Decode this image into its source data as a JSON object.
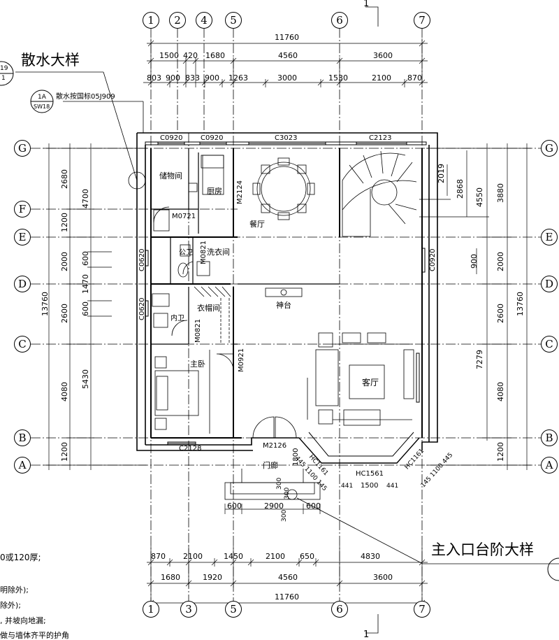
{
  "title_left": "散水大样",
  "title_right": "主入口台阶大样",
  "detail_ref_1": {
    "top": "19",
    "bottom": "1"
  },
  "detail_ref_2": {
    "top": "1A",
    "bottom": "SW18"
  },
  "detail_note": "散水按国标05J909",
  "section_mark": "1",
  "axis_top": [
    "1",
    "2",
    "4",
    "5",
    "6",
    "7"
  ],
  "axis_bottom": [
    "1",
    "3",
    "5",
    "6",
    "7"
  ],
  "axis_rows": [
    "G",
    "F",
    "E",
    "D",
    "C",
    "B",
    "A"
  ],
  "top_dims": {
    "total": "11760",
    "row2": [
      "1500",
      "420",
      "1680",
      "4560",
      "3600"
    ],
    "row3": [
      "803",
      "900",
      "833",
      "900",
      "1263",
      "3000",
      "1530",
      "2100",
      "870"
    ]
  },
  "bottom_dims": {
    "total": "11760",
    "row2": [
      "1680",
      "1920",
      "4560",
      "3600"
    ],
    "row3": [
      "870",
      "2100",
      "1450",
      "2100",
      "650",
      "4830"
    ],
    "steps": [
      "600",
      "2900",
      "600"
    ]
  },
  "left_dims": {
    "total": "13760",
    "col2": [
      "4700",
      "5430"
    ],
    "col3": [
      "2680",
      "1200",
      "2000",
      "2600",
      "4080",
      "1200"
    ],
    "col4": [
      "600",
      "1470",
      "600"
    ]
  },
  "right_dims": {
    "total": "13760",
    "col2": [
      "4550",
      "7279"
    ],
    "col3": [
      "3880",
      "2000",
      "2600",
      "4080",
      "1200"
    ],
    "col4": [
      "2868",
      "2019",
      "900"
    ]
  },
  "windows": [
    "C0920",
    "C0920",
    "C3023",
    "C2123",
    "C0620",
    "C0620",
    "C0920",
    "C2128",
    "HC1161",
    "HC1561",
    "HC1161"
  ],
  "doors": [
    "M0721",
    "M0821",
    "M0821",
    "M0921",
    "M2124",
    "M2126"
  ],
  "rooms": [
    "储物间",
    "厨房",
    "餐厅",
    "公卫",
    "洗衣间",
    "衣帽间",
    "内卫",
    "神台",
    "主卧",
    "客厅",
    "门廊"
  ],
  "bay_dims": {
    "bottom": [
      "441",
      "1500",
      "441"
    ],
    "left": "445 1100 145",
    "right": "145 1100 445",
    "porch_v": [
      "1800"
    ],
    "step_v": [
      "300",
      "300",
      "300"
    ]
  },
  "notes": [
    "0或120厚;",
    "明除外);",
    "除外);",
    ", 并坡向地漏;",
    "做与墙体齐平的护角"
  ]
}
